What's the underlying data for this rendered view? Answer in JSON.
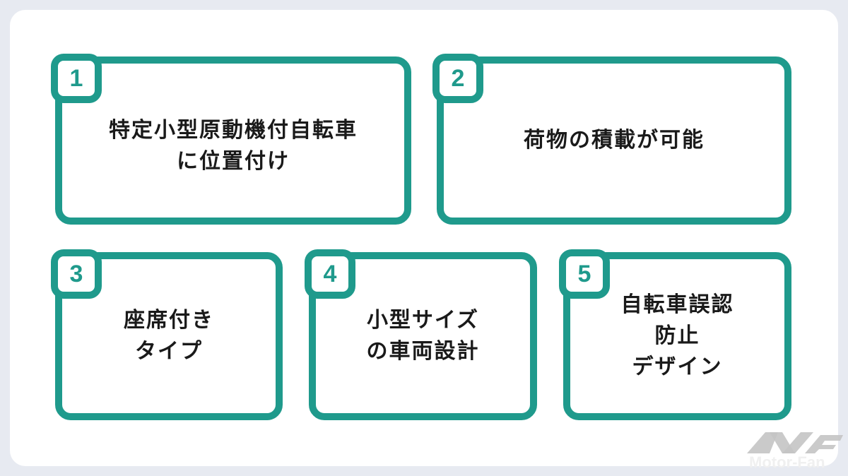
{
  "items": [
    {
      "number": "1",
      "text": "特定小型原動機付自転車\nに位置付け"
    },
    {
      "number": "2",
      "text": "荷物の積載が可能"
    },
    {
      "number": "3",
      "text": "座席付き\nタイプ"
    },
    {
      "number": "4",
      "text": "小型サイズ\nの車両設計"
    },
    {
      "number": "5",
      "text": "自転車誤認\n防止\nデザイン"
    }
  ],
  "watermark": {
    "logo": "MF",
    "text": "Motor-Fan"
  },
  "colors": {
    "accent": "#1f9a8c",
    "background": "#e7eaf1"
  }
}
